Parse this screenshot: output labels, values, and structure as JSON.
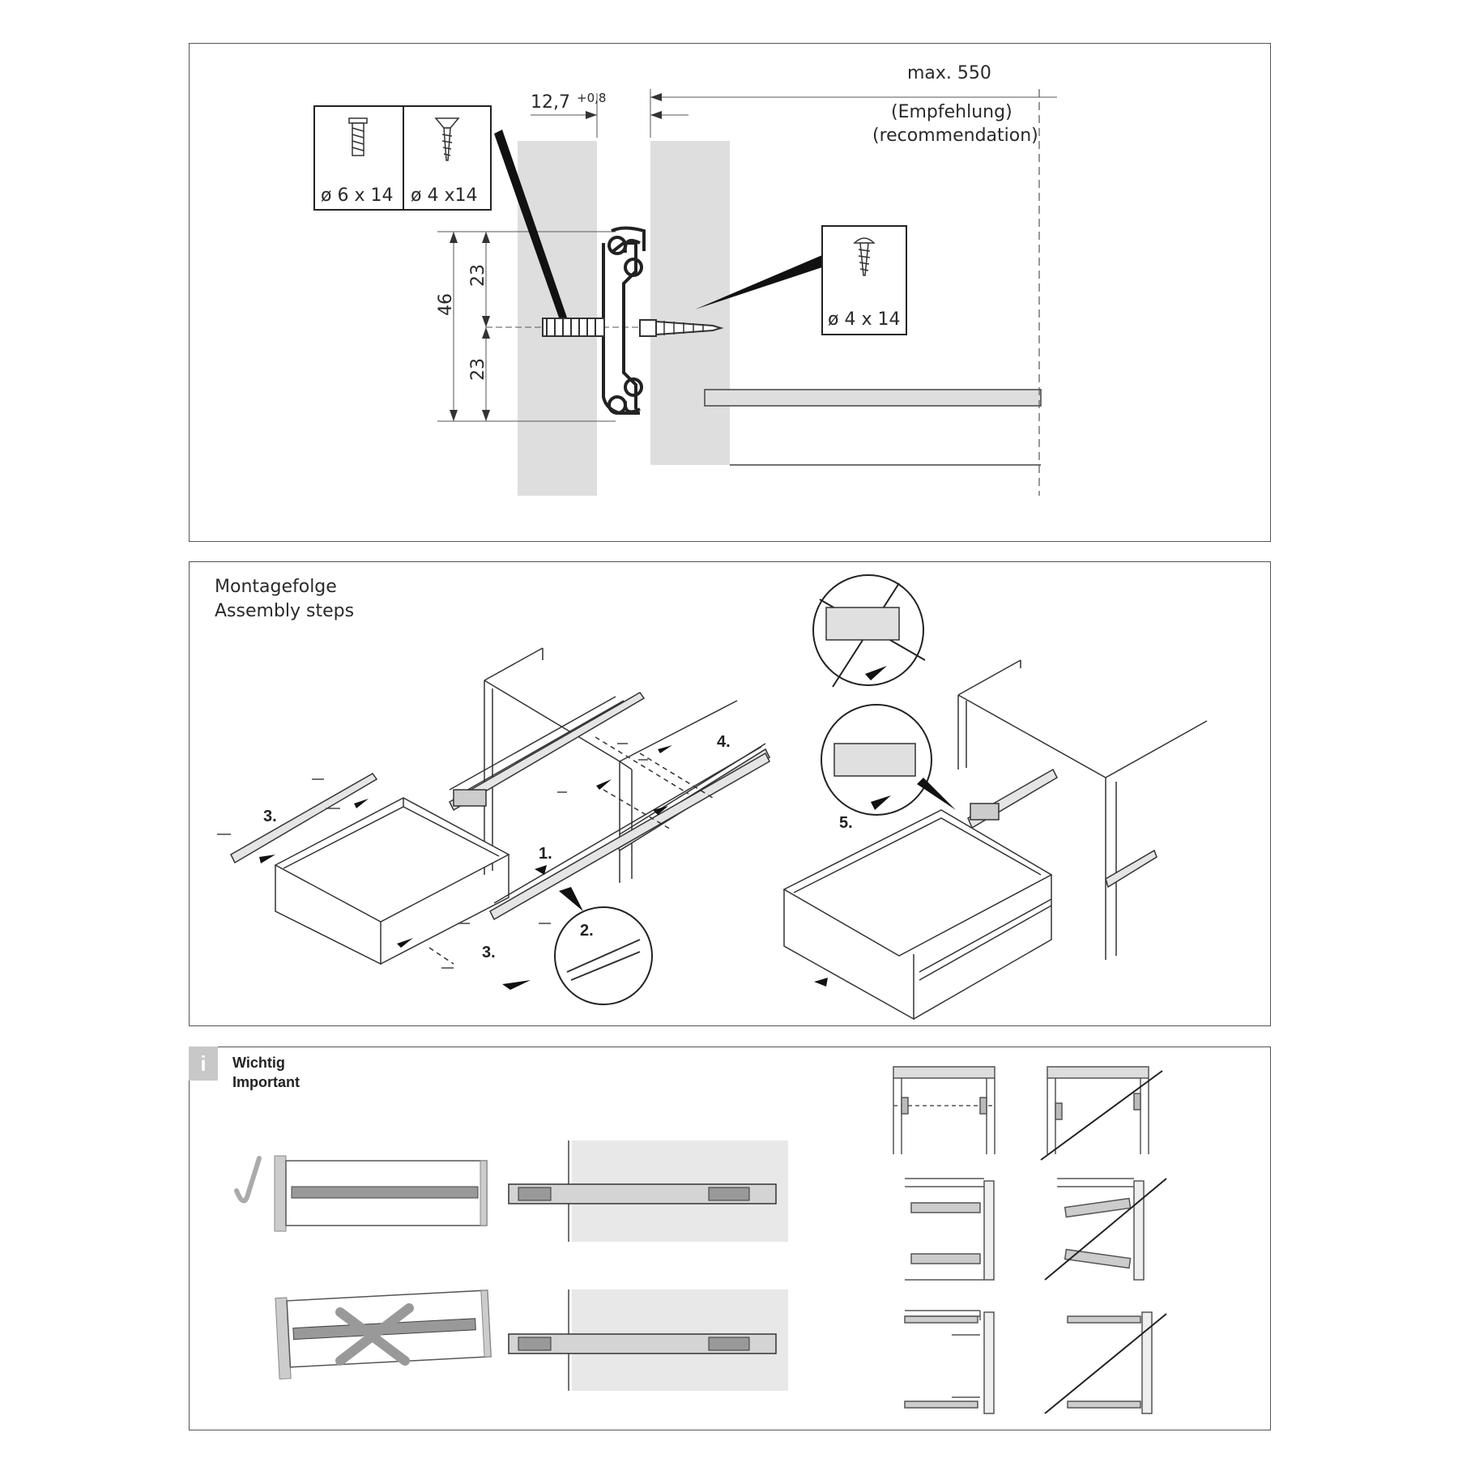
{
  "section_top": {
    "max_depth_label": "max. 550",
    "recommendation_de": "(Empfehlung)",
    "recommendation_en": "(recommendation)",
    "gap_label": "12,7",
    "gap_tolerance": "+0,8",
    "height_total": "46",
    "height_upper": "23",
    "height_lower": "23",
    "screw_cabinet_1": "ø 6 x 14",
    "screw_cabinet_2": "ø 4 x14",
    "screw_drawer": "ø 4 x 14"
  },
  "section_assembly": {
    "title_de": "Montagefolge",
    "title_en": "Assembly steps",
    "steps": [
      "1.",
      "2.",
      "3.",
      "3.",
      "4.",
      "5."
    ]
  },
  "section_important": {
    "icon_letter": "i",
    "title_de": "Wichtig",
    "title_en": "Important"
  }
}
